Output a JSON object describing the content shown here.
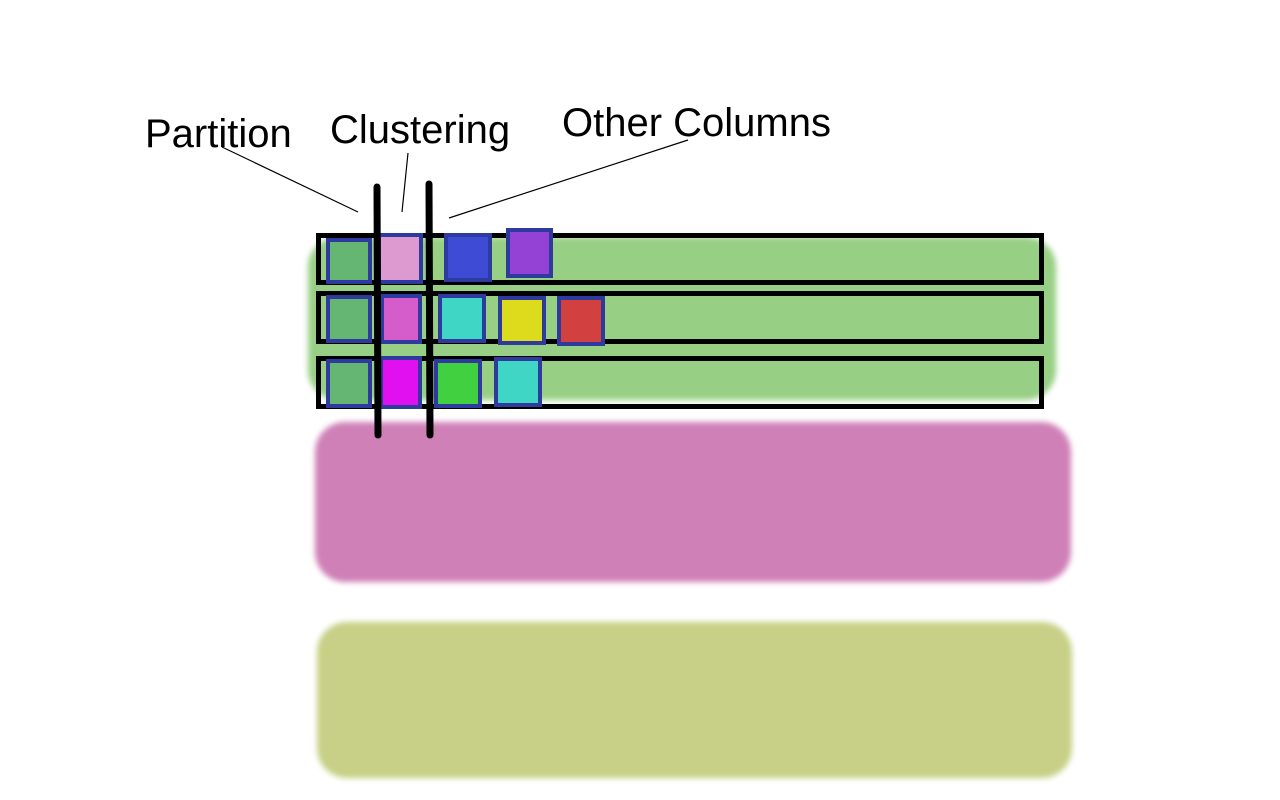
{
  "labels": {
    "partition": "Partition",
    "clustering": "Clustering",
    "other_columns": "Other Columns"
  },
  "colors": {
    "partition_group_1": "#97cf84",
    "partition_group_2": "#cf80b7",
    "partition_group_3": "#c7d086",
    "cell_border": "#2f3a9e",
    "row_border": "#000000"
  },
  "rows": [
    {
      "partition_color": "#66b673",
      "clustering_color": "#dd9ad1",
      "other_colors": [
        "#3e4bd5",
        "#9441d6"
      ]
    },
    {
      "partition_color": "#66b673",
      "clustering_color": "#d45ccb",
      "other_colors": [
        "#40d6c6",
        "#dcdc1c",
        "#d24040"
      ]
    },
    {
      "partition_color": "#66b673",
      "clustering_color": "#e010f0",
      "other_colors": [
        "#40d040",
        "#40d6c6"
      ]
    }
  ]
}
